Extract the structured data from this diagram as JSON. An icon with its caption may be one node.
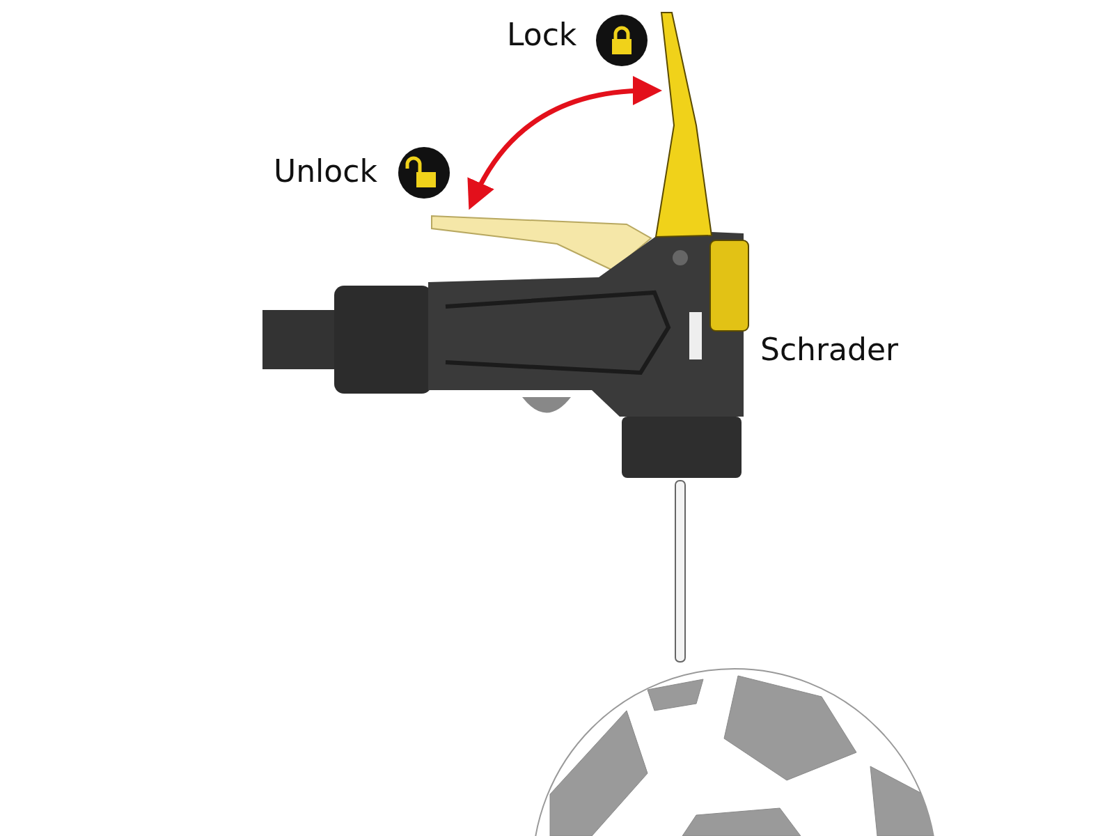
{
  "diagram": {
    "labels": [
      "Lock",
      "Unlock",
      "Schrader"
    ]
  }
}
